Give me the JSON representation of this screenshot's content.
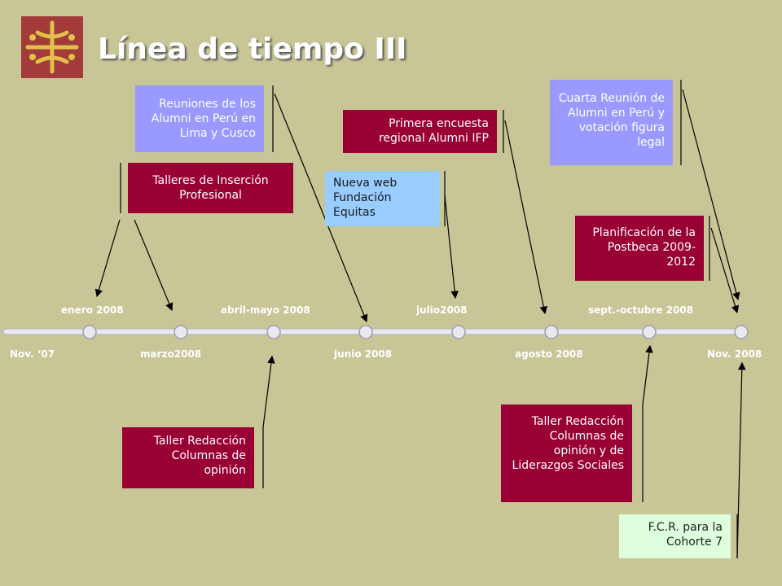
{
  "title": "Línea de tiempo III",
  "logo": {
    "icon": "equitas-logo-icon",
    "colors": {
      "background": "#a33b3b",
      "mark": "#e0c14a"
    }
  },
  "colors": {
    "background": "#c8c597",
    "maroon": "#990033",
    "lavender": "#9999ff",
    "sky": "#99ccff",
    "mint": "#ddffdd"
  },
  "timeline": {
    "top_labels": [
      "enero 2008",
      "abril-mayo 2008",
      "julio2008",
      "sept.-octubre 2008"
    ],
    "bottom_labels": [
      "Nov. ‘07",
      "marzo2008",
      "junio 2008",
      "agosto 2008",
      "Nov.  2008"
    ]
  },
  "events": {
    "reuniones": "Reuniones de los Alumni en Perú en Lima y Cusco",
    "talleres": "Talleres de Inserción Profesional",
    "encuesta": "Primera encuesta regional Alumni IFP",
    "web": "Nueva web Fundación Equitas",
    "cuarta": "Cuarta Reunión de Alumni en Perú y votación figura legal",
    "planificacion": "Planificación de la Postbeca 2009-2012",
    "taller1": "Taller Redacción Columnas de opinión",
    "taller2": "Taller Redacción Columnas de opinión y de Liderazgos Sociales",
    "fcr": "F.C.R. para la Cohorte 7"
  }
}
